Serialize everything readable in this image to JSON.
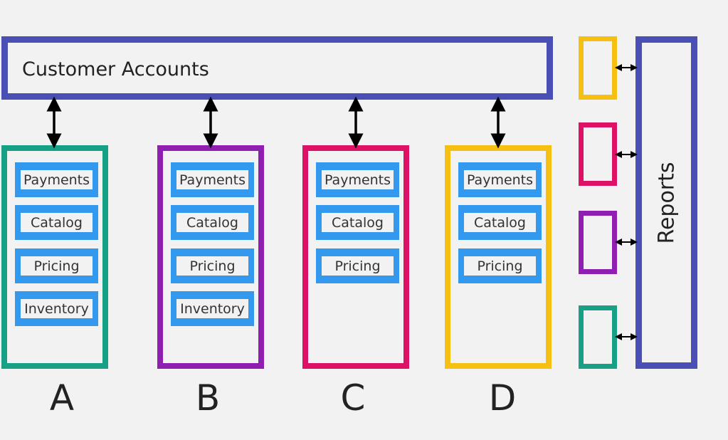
{
  "customer_accounts": {
    "label": "Customer Accounts"
  },
  "tenants": [
    {
      "letter": "A",
      "color": "#16a085",
      "modules": [
        "Payments",
        "Catalog",
        "Pricing",
        "Inventory"
      ]
    },
    {
      "letter": "B",
      "color": "#8e1fb0",
      "modules": [
        "Payments",
        "Catalog",
        "Pricing",
        "Inventory"
      ]
    },
    {
      "letter": "C",
      "color": "#dd1166",
      "modules": [
        "Payments",
        "Catalog",
        "Pricing"
      ]
    },
    {
      "letter": "D",
      "color": "#f5c011",
      "modules": [
        "Payments",
        "Catalog",
        "Pricing"
      ]
    }
  ],
  "reports": {
    "label": "Reports",
    "connectors": [
      "#f5c011",
      "#dd1166",
      "#8e1fb0",
      "#16a085"
    ]
  },
  "colors": {
    "frame": "#4a4fb5",
    "module": "#3399ee"
  }
}
